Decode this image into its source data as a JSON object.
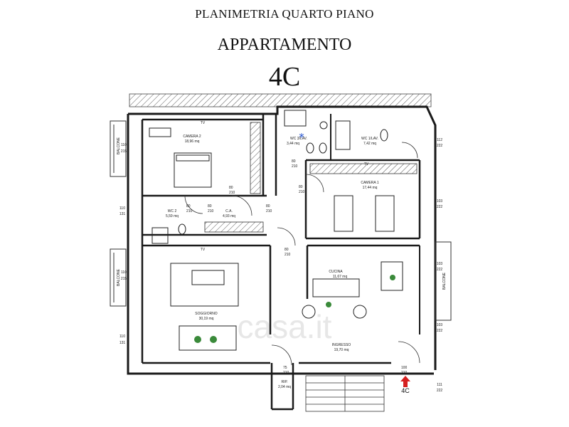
{
  "header": {
    "title": "PLANIMETRIA QUARTO PIANO",
    "subtitle": "APPARTAMENTO",
    "unit": "4C"
  },
  "rooms": {
    "camera2": {
      "name": "CAMERA 2",
      "area": "18,96 mq"
    },
    "wc3": {
      "name": "WC 3/LAV.",
      "area": "3,44 mq"
    },
    "wc1": {
      "name": "WC 1/LAV.",
      "area": "7,42 mq"
    },
    "camera1": {
      "name": "CAMERA 1",
      "area": "17,44 mq"
    },
    "wc2": {
      "name": "WC 2",
      "area": "5,59 mq"
    },
    "ca": {
      "name": "C.A.",
      "area": "4,93 mq"
    },
    "soggiorno": {
      "name": "SOGGIORNO",
      "area": "30,19 mq"
    },
    "cucina": {
      "name": "CUCINA",
      "area": "11,67 mq"
    },
    "ingresso": {
      "name": "INGRESSO",
      "area": "19,70 mq"
    },
    "rip": {
      "name": "RIP.",
      "area": "2,04 mq"
    }
  },
  "labels": {
    "balcone": "BALCONE",
    "tv": "TV",
    "entrance_unit": "4C"
  },
  "dimensions": {
    "left": [
      {
        "a": "110",
        "b": "215"
      },
      {
        "a": "110",
        "b": "131"
      },
      {
        "a": "110",
        "b": "215"
      },
      {
        "a": "110",
        "b": "131"
      }
    ],
    "right": [
      {
        "a": "112",
        "b": "222"
      },
      {
        "a": "103",
        "b": "222"
      },
      {
        "a": "103",
        "b": "222"
      },
      {
        "a": "103",
        "b": "222"
      },
      {
        "a": "111",
        "b": "222"
      }
    ],
    "doors": [
      {
        "a": "80",
        "b": "210"
      },
      {
        "a": "80",
        "b": "210"
      },
      {
        "a": "80",
        "b": "210"
      },
      {
        "a": "80",
        "b": "210"
      },
      {
        "a": "80",
        "b": "210"
      },
      {
        "a": "80",
        "b": "210"
      },
      {
        "a": "80",
        "b": "210"
      },
      {
        "a": "75",
        "b": "210"
      },
      {
        "a": "100",
        "b": "210"
      }
    ]
  },
  "watermark": "casa.it",
  "colors": {
    "wall": "#1a1a1a",
    "line": "#333333",
    "arrow": "#d62020",
    "plant": "#3a8a3a",
    "star": "#1f4fd0"
  }
}
